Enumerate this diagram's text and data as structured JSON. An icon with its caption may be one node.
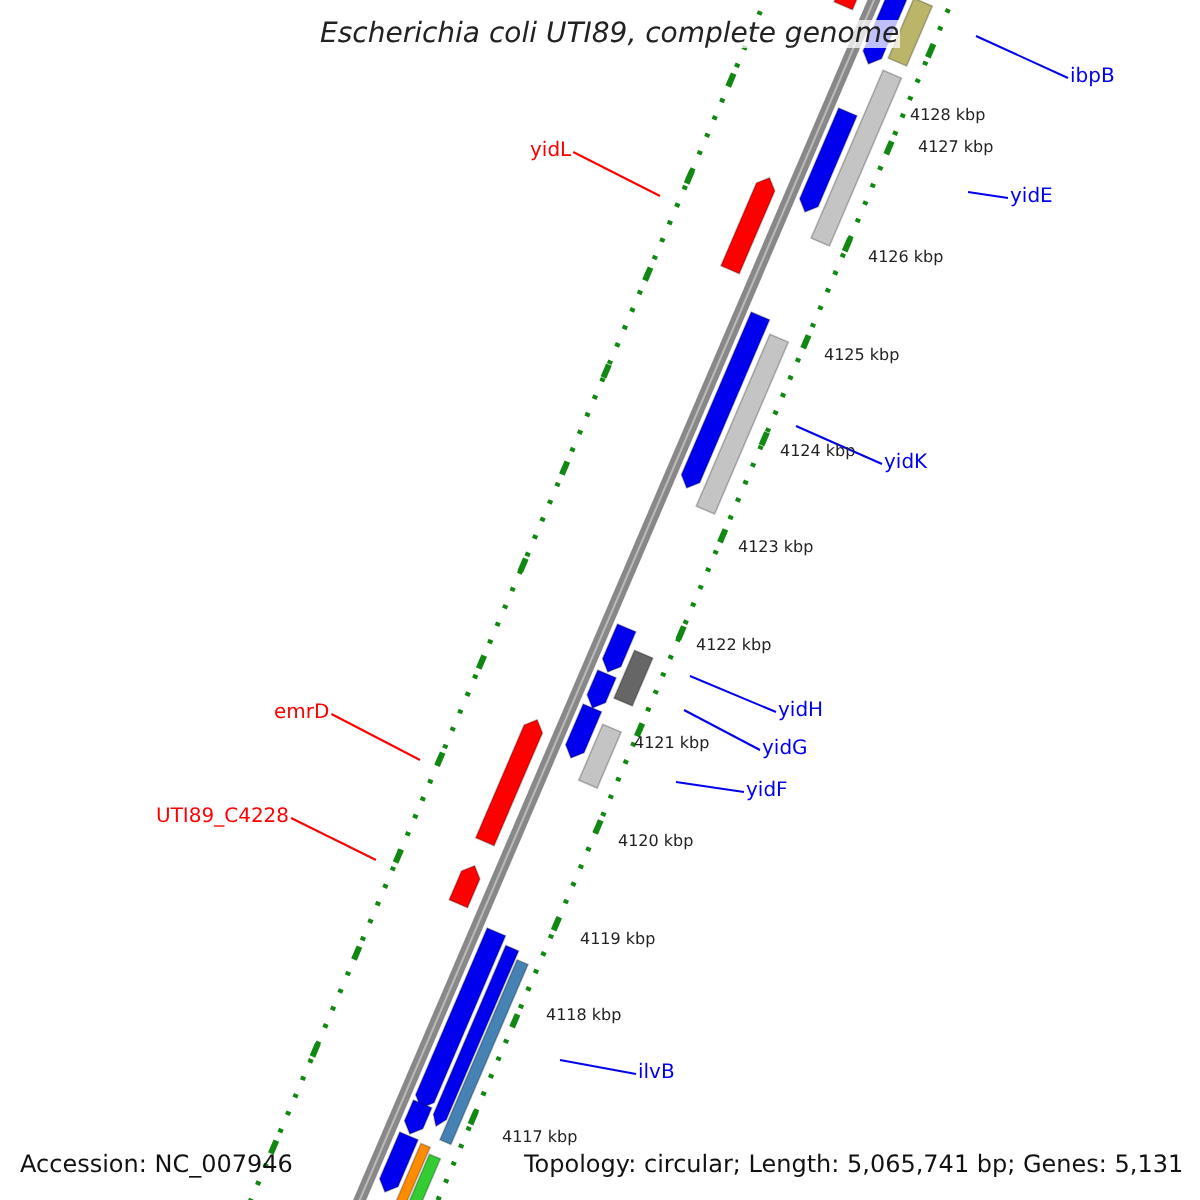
{
  "diagram": {
    "title": "Escherichia coli UTI89, complete genome",
    "nodes": [
      {
        "text": [
          "ibpB"
        ]
      },
      {
        "text": [
          "yidL"
        ]
      },
      {
        "text": [
          "yidE"
        ]
      },
      {
        "text": [
          "yidK"
        ]
      },
      {
        "text": [
          "emrD"
        ]
      },
      {
        "text": [
          "yidH"
        ]
      },
      {
        "text": [
          "yidG"
        ]
      },
      {
        "text": [
          "yidF"
        ]
      },
      {
        "text": [
          "UTI89_C4228"
        ]
      },
      {
        "text": [
          "ilvB"
        ]
      }
    ],
    "edges": [
      {
        "from": 0,
        "to": null,
        "arrow": "none"
      },
      {
        "from": 1,
        "to": null,
        "arrow": "none",
        "color": "#ff0000"
      },
      {
        "from": 2,
        "to": null,
        "arrow": "none"
      },
      {
        "from": 3,
        "to": null,
        "arrow": "none"
      },
      {
        "from": 4,
        "to": null,
        "arrow": "none",
        "color": "#ff0000"
      },
      {
        "from": 5,
        "to": null,
        "arrow": "none"
      },
      {
        "from": 6,
        "to": null,
        "arrow": "none"
      },
      {
        "from": 7,
        "to": null,
        "arrow": "none"
      },
      {
        "from": 8,
        "to": null,
        "arrow": "none",
        "color": "#ff0000"
      },
      {
        "from": 9,
        "to": null,
        "arrow": "none"
      }
    ],
    "labels": [
      "4128 kbp",
      "4127 kbp",
      "4126 kbp",
      "4125 kbp",
      "4124 kbp",
      "4123 kbp",
      "4122 kbp",
      "4121 kbp",
      "4120 kbp",
      "4119 kbp",
      "4118 kbp",
      "4117 kbp",
      "Accession: NC_007946",
      "Topology: circular; Length: 5,065,741 bp; Genes: 5,131"
    ]
  }
}
